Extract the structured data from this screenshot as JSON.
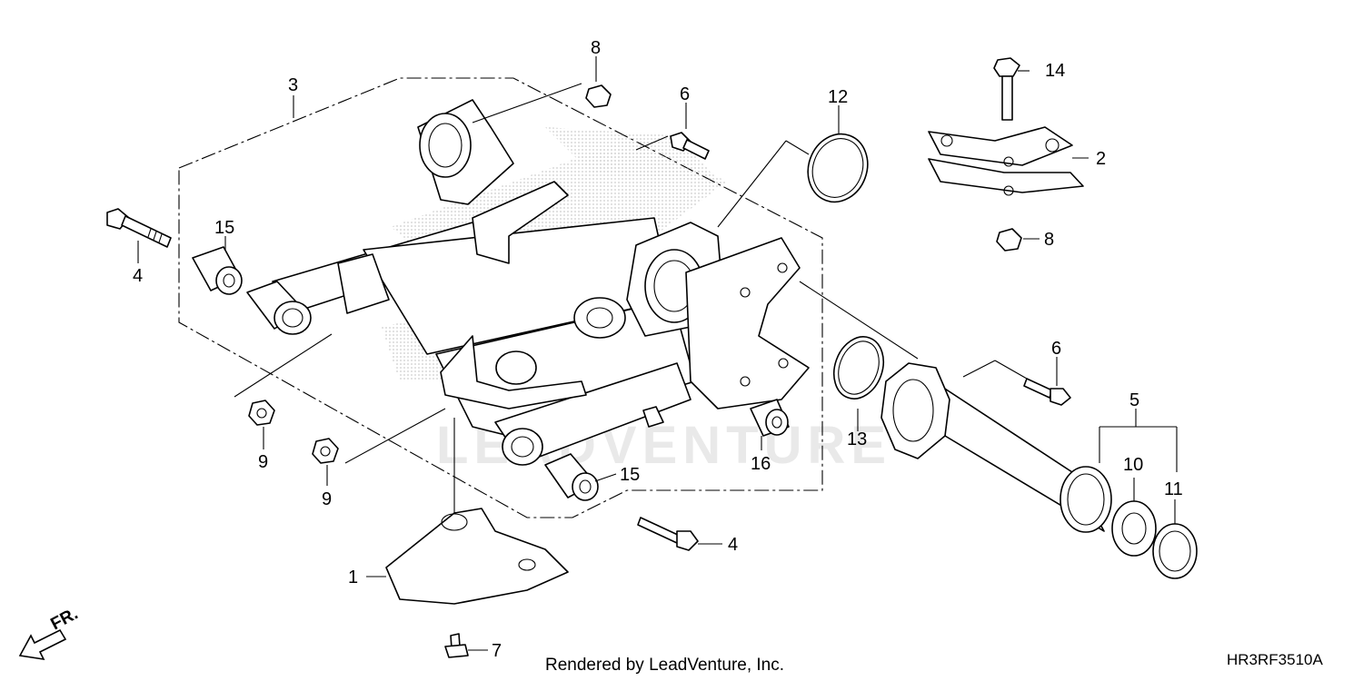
{
  "callouts": [
    {
      "n": "1"
    },
    {
      "n": "2"
    },
    {
      "n": "3"
    },
    {
      "n": "4"
    },
    {
      "n": "4"
    },
    {
      "n": "5"
    },
    {
      "n": "6"
    },
    {
      "n": "6"
    },
    {
      "n": "7"
    },
    {
      "n": "8"
    },
    {
      "n": "8"
    },
    {
      "n": "9"
    },
    {
      "n": "9"
    },
    {
      "n": "10"
    },
    {
      "n": "11"
    },
    {
      "n": "12"
    },
    {
      "n": "13"
    },
    {
      "n": "14"
    },
    {
      "n": "15"
    },
    {
      "n": "15"
    },
    {
      "n": "16"
    }
  ],
  "direction_label": "FR.",
  "watermark": "LEADVENTURE",
  "footer": {
    "rendered_by": "Rendered by LeadVenture, Inc.",
    "diagram_code": "HR3RF3510A"
  }
}
